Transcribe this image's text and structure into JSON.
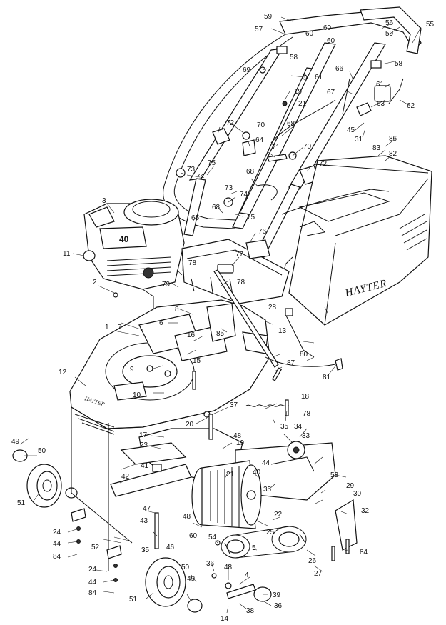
{
  "brand": {
    "catcher_text": "HAYTER",
    "deck_text": "HAYTER",
    "engine_badge": "40"
  },
  "callouts": [
    {
      "id": "c1",
      "text": "1"
    },
    {
      "id": "c2",
      "text": "2"
    },
    {
      "id": "c3",
      "text": "3"
    },
    {
      "id": "c4",
      "text": "4"
    },
    {
      "id": "c5",
      "text": "5"
    },
    {
      "id": "c6",
      "text": "6"
    },
    {
      "id": "c7",
      "text": "7"
    },
    {
      "id": "c8",
      "text": "8"
    },
    {
      "id": "c9",
      "text": "9"
    },
    {
      "id": "c10",
      "text": "10"
    },
    {
      "id": "c11",
      "text": "11"
    },
    {
      "id": "c12",
      "text": "12"
    },
    {
      "id": "c13",
      "text": "13"
    },
    {
      "id": "c14",
      "text": "14"
    },
    {
      "id": "c15",
      "text": "15"
    },
    {
      "id": "c16",
      "text": "16"
    },
    {
      "id": "c17",
      "text": "17"
    },
    {
      "id": "c18",
      "text": "18"
    },
    {
      "id": "c19a",
      "text": "19"
    },
    {
      "id": "c19b",
      "text": "19"
    },
    {
      "id": "c20",
      "text": "20"
    },
    {
      "id": "c21a",
      "text": "21"
    },
    {
      "id": "c21b",
      "text": "21"
    },
    {
      "id": "c22",
      "text": "22"
    },
    {
      "id": "c23",
      "text": "23"
    },
    {
      "id": "c24a",
      "text": "24"
    },
    {
      "id": "c24b",
      "text": "24"
    },
    {
      "id": "c25",
      "text": "25"
    },
    {
      "id": "c26",
      "text": "26"
    },
    {
      "id": "c27",
      "text": "27"
    },
    {
      "id": "c28",
      "text": "28"
    },
    {
      "id": "c29",
      "text": "29"
    },
    {
      "id": "c30",
      "text": "30"
    },
    {
      "id": "c31",
      "text": "31"
    },
    {
      "id": "c32",
      "text": "32"
    },
    {
      "id": "c33",
      "text": "33"
    },
    {
      "id": "c34",
      "text": "34"
    },
    {
      "id": "c35a",
      "text": "35"
    },
    {
      "id": "c35b",
      "text": "35"
    },
    {
      "id": "c35c",
      "text": "35"
    },
    {
      "id": "c36a",
      "text": "36"
    },
    {
      "id": "c36b",
      "text": "36"
    },
    {
      "id": "c37",
      "text": "37"
    },
    {
      "id": "c38",
      "text": "38"
    },
    {
      "id": "c39",
      "text": "39"
    },
    {
      "id": "c40",
      "text": "40"
    },
    {
      "id": "c41",
      "text": "41"
    },
    {
      "id": "c42",
      "text": "42"
    },
    {
      "id": "c43",
      "text": "43"
    },
    {
      "id": "c44a",
      "text": "44"
    },
    {
      "id": "c44b",
      "text": "44"
    },
    {
      "id": "c44c",
      "text": "44"
    },
    {
      "id": "c45",
      "text": "45"
    },
    {
      "id": "c46",
      "text": "46"
    },
    {
      "id": "c47",
      "text": "47"
    },
    {
      "id": "c48a",
      "text": "48"
    },
    {
      "id": "c48b",
      "text": "48"
    },
    {
      "id": "c48c",
      "text": "48"
    },
    {
      "id": "c49a",
      "text": "49"
    },
    {
      "id": "c49b",
      "text": "49"
    },
    {
      "id": "c50a",
      "text": "50"
    },
    {
      "id": "c50b",
      "text": "50"
    },
    {
      "id": "c51a",
      "text": "51"
    },
    {
      "id": "c51b",
      "text": "51"
    },
    {
      "id": "c52",
      "text": "52"
    },
    {
      "id": "c53",
      "text": "53"
    },
    {
      "id": "c54",
      "text": "54"
    },
    {
      "id": "c55",
      "text": "55"
    },
    {
      "id": "c56",
      "text": "56"
    },
    {
      "id": "c57",
      "text": "57"
    },
    {
      "id": "c58a",
      "text": "58"
    },
    {
      "id": "c58b",
      "text": "58"
    },
    {
      "id": "c59a",
      "text": "59"
    },
    {
      "id": "c59b",
      "text": "59"
    },
    {
      "id": "c60a",
      "text": "60"
    },
    {
      "id": "c60b",
      "text": "60"
    },
    {
      "id": "c60c",
      "text": "60"
    },
    {
      "id": "c61a",
      "text": "61"
    },
    {
      "id": "c61b",
      "text": "61"
    },
    {
      "id": "c62",
      "text": "62"
    },
    {
      "id": "c63",
      "text": "63"
    },
    {
      "id": "c64",
      "text": "64"
    },
    {
      "id": "c65",
      "text": "65"
    },
    {
      "id": "c66",
      "text": "66"
    },
    {
      "id": "c67",
      "text": "67"
    },
    {
      "id": "c68a",
      "text": "68"
    },
    {
      "id": "c68b",
      "text": "68"
    },
    {
      "id": "c68c",
      "text": "68"
    },
    {
      "id": "c69",
      "text": "69"
    },
    {
      "id": "c70a",
      "text": "70"
    },
    {
      "id": "c70b",
      "text": "70"
    },
    {
      "id": "c71",
      "text": "71"
    },
    {
      "id": "c72a",
      "text": "72"
    },
    {
      "id": "c72b",
      "text": "72"
    },
    {
      "id": "c73a",
      "text": "73"
    },
    {
      "id": "c73b",
      "text": "73"
    },
    {
      "id": "c74a",
      "text": "74"
    },
    {
      "id": "c74b",
      "text": "74"
    },
    {
      "id": "c75a",
      "text": "75"
    },
    {
      "id": "c75b",
      "text": "75"
    },
    {
      "id": "c76",
      "text": "76"
    },
    {
      "id": "c77",
      "text": "77"
    },
    {
      "id": "c78a",
      "text": "78"
    },
    {
      "id": "c78b",
      "text": "78"
    },
    {
      "id": "c78c",
      "text": "78"
    },
    {
      "id": "c79",
      "text": "79"
    },
    {
      "id": "c80",
      "text": "80"
    },
    {
      "id": "c81",
      "text": "81"
    },
    {
      "id": "c82",
      "text": "82"
    },
    {
      "id": "c83",
      "text": "83"
    },
    {
      "id": "c84a",
      "text": "84"
    },
    {
      "id": "c84b",
      "text": "84"
    },
    {
      "id": "c84c",
      "text": "84"
    },
    {
      "id": "c85",
      "text": "85"
    },
    {
      "id": "c86",
      "text": "86"
    },
    {
      "id": "c87",
      "text": "87"
    }
  ]
}
